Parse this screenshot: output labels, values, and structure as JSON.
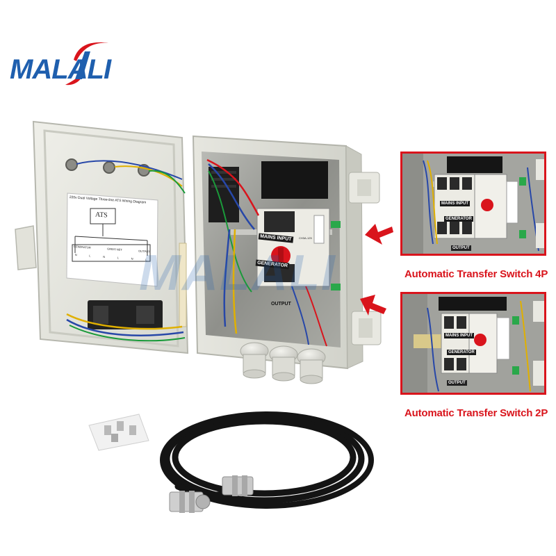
{
  "brand": {
    "name": "MALALI",
    "watermark": "MALALI",
    "colors": {
      "blue": "#1f5fae",
      "red": "#d9141c"
    }
  },
  "door_diagram": {
    "title": "220v Dual Voltage Three-line ATS Wiring Diagram",
    "box_label": "ATS",
    "columns": [
      "GENERATOR",
      "GRIDS NET",
      "OUTPUT"
    ],
    "terminals": [
      "N",
      "L",
      "N",
      "L",
      "N",
      "L"
    ]
  },
  "main_switch": {
    "mains_input": "MAINS INPUT",
    "generator": "GENERATOR",
    "output": "OUTPUT",
    "model": "CH3A-125"
  },
  "insets": [
    {
      "id": "4p",
      "caption": "Automatic Transfer Switch 4P",
      "mains_input": "MAINS INPUT",
      "generator": "GENERATOR",
      "output": "OUTPUT"
    },
    {
      "id": "2p",
      "caption": "Automatic Transfer Switch 2P",
      "mains_input": "MAINS INPUT",
      "generator": "GENERATOR",
      "output": "OUTPUT"
    }
  ]
}
